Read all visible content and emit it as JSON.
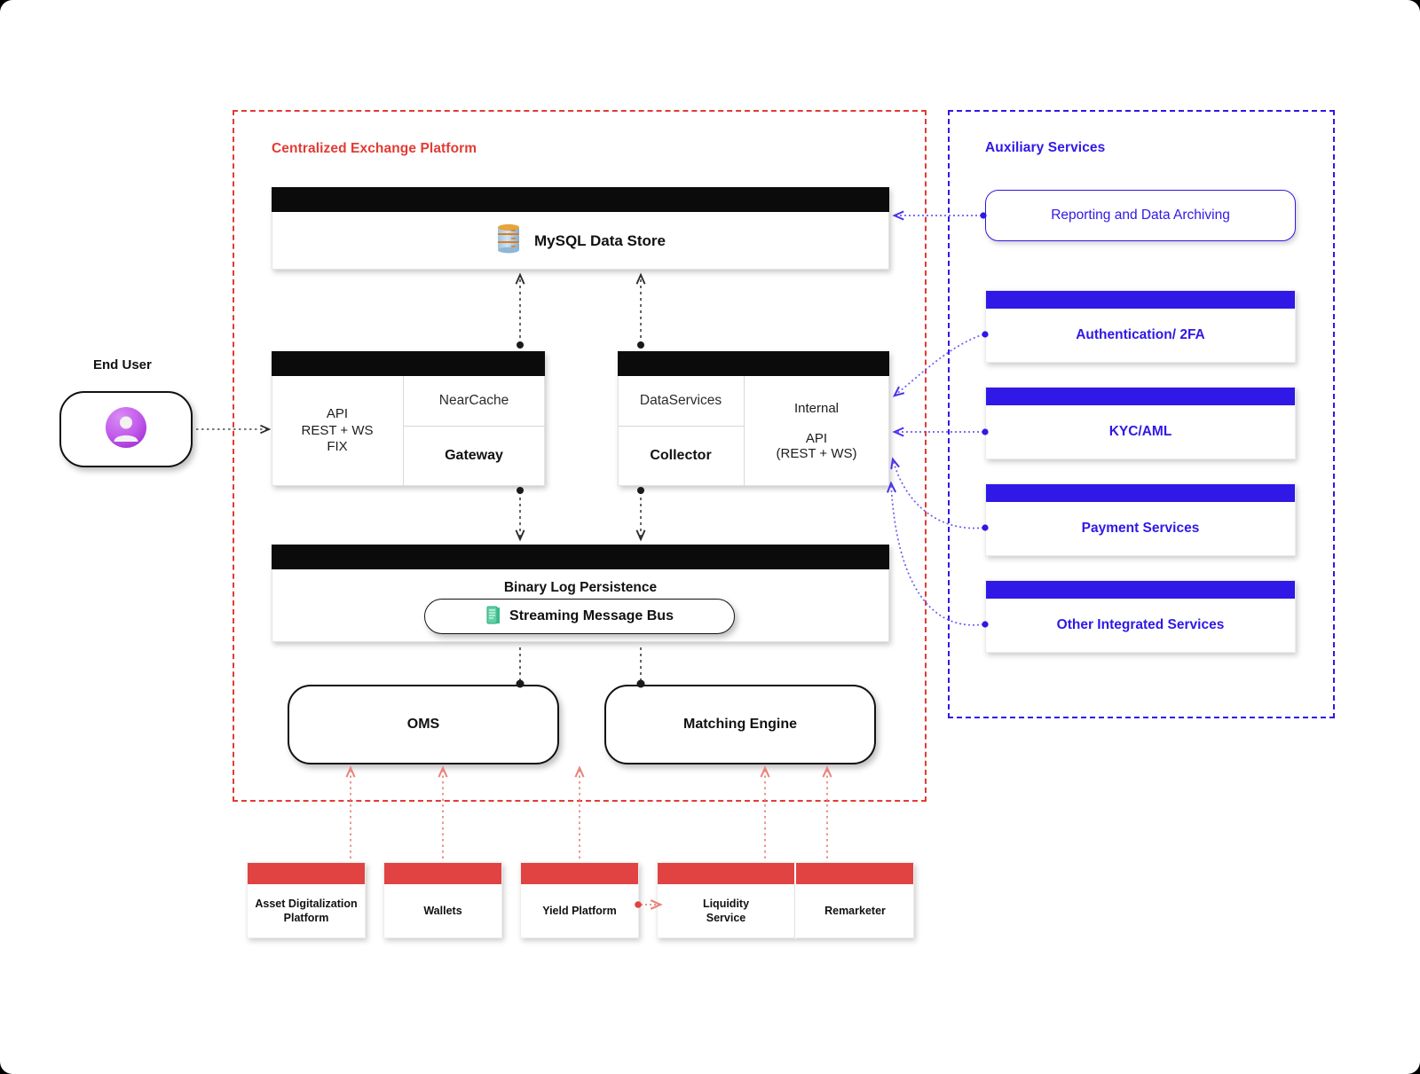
{
  "groups": {
    "exchange": {
      "title": "Centralized Exchange Platform",
      "color": "#e23b33"
    },
    "auxiliary": {
      "title": "Auxiliary Services",
      "color": "#3018e6"
    }
  },
  "end_user": {
    "label": "End User",
    "icon": "user-avatar-icon"
  },
  "datastore": {
    "label": "MySQL Data Store",
    "icon": "database-icon"
  },
  "api_gateway": {
    "left_label": "API\nREST + WS\nFIX",
    "right_top_label": "NearCache",
    "right_bottom_label": "Gateway"
  },
  "data_services": {
    "left_top_label": "DataServices",
    "left_bottom_label": "Collector",
    "right_label": "Internal\n\nAPI\n(REST + WS)"
  },
  "persistence": {
    "label": "Binary Log Persistence",
    "bus_label": "Streaming Message Bus",
    "bus_icon": "scroll-receipt-icon"
  },
  "engines": [
    {
      "name": "oms",
      "label": "OMS"
    },
    {
      "name": "matching-engine",
      "label": "Matching Engine"
    }
  ],
  "aux_services": [
    {
      "name": "reporting-and-data-archiving",
      "label": "Reporting and Data Archiving",
      "style": "rounded",
      "color": "#3018e6"
    },
    {
      "name": "authentication-2fa",
      "label": "Authentication/ 2FA",
      "style": "header",
      "color": "#3018e6"
    },
    {
      "name": "kyc-aml",
      "label": "KYC/AML",
      "style": "header",
      "color": "#3018e6"
    },
    {
      "name": "payment-services",
      "label": "Payment Services",
      "style": "header",
      "color": "#3018e6"
    },
    {
      "name": "other-integrated-services",
      "label": "Other Integrated Services",
      "style": "header",
      "color": "#3018e6"
    }
  ],
  "bottom_services": [
    {
      "name": "asset-digitalization-platform",
      "label": "Asset Digitalization\nPlatform"
    },
    {
      "name": "wallets",
      "label": "Wallets"
    },
    {
      "name": "yield-platform",
      "label": "Yield Platform"
    },
    {
      "name": "liquidity-service",
      "label": "Liquidity\nService"
    },
    {
      "name": "remarketer",
      "label": "Remarketer"
    }
  ],
  "colors": {
    "red": "#e23b33",
    "blue": "#3018e6",
    "service_red": "#e14343",
    "black": "#0b0b0b",
    "avatar_purple": "#c058e8"
  }
}
